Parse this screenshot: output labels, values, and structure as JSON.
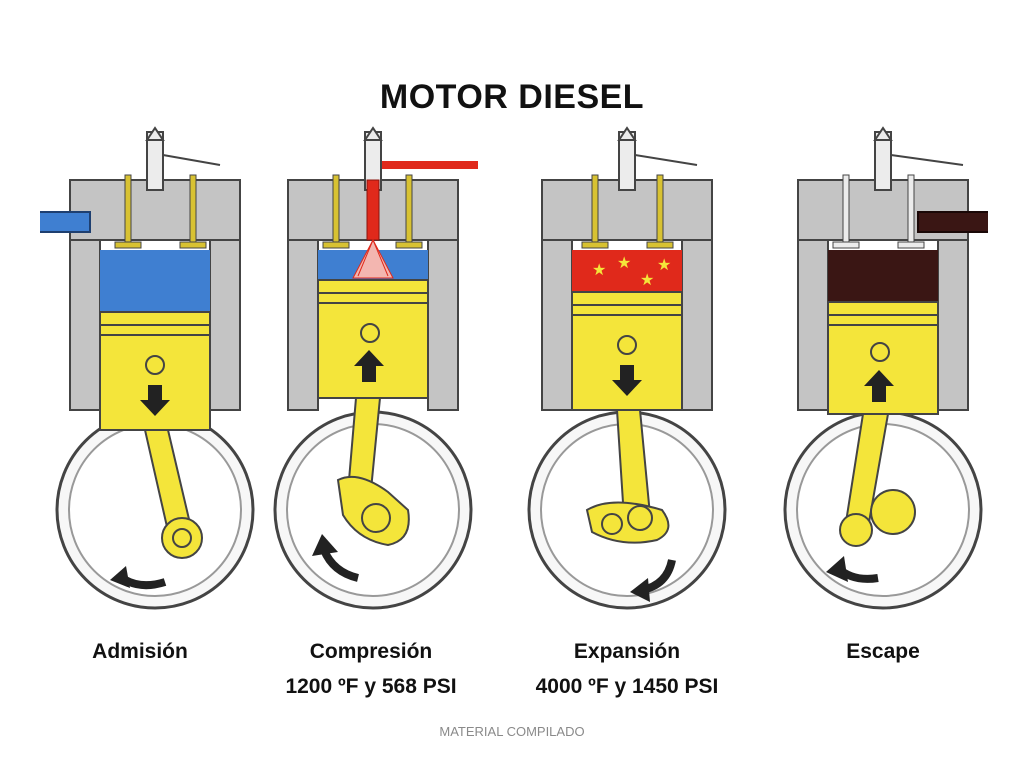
{
  "title": "MOTOR DIESEL",
  "stages": [
    {
      "label": "Admisión",
      "conditions": "",
      "chamber": "air-intake",
      "piston_direction": "down"
    },
    {
      "label": "Compresión",
      "conditions": "1200 ºF  y 568 PSI",
      "chamber": "compressed-air-injection",
      "piston_direction": "up"
    },
    {
      "label": "Expansión",
      "conditions": "4000 ºF  y 1450 PSI",
      "chamber": "combustion",
      "piston_direction": "down"
    },
    {
      "label": "Escape",
      "conditions": "",
      "chamber": "exhaust-gas",
      "piston_direction": "up"
    }
  ],
  "footer": "MATERIAL COMPILADO",
  "colors": {
    "engine_block": "#bdbdbd",
    "piston": "#f4e53a",
    "intake_air": "#3f7fd1",
    "fuel_line": "#e0291b",
    "combustion": "#e0291b",
    "flame_stars": "#f4e53a",
    "exhaust_gas": "#3a1614"
  }
}
